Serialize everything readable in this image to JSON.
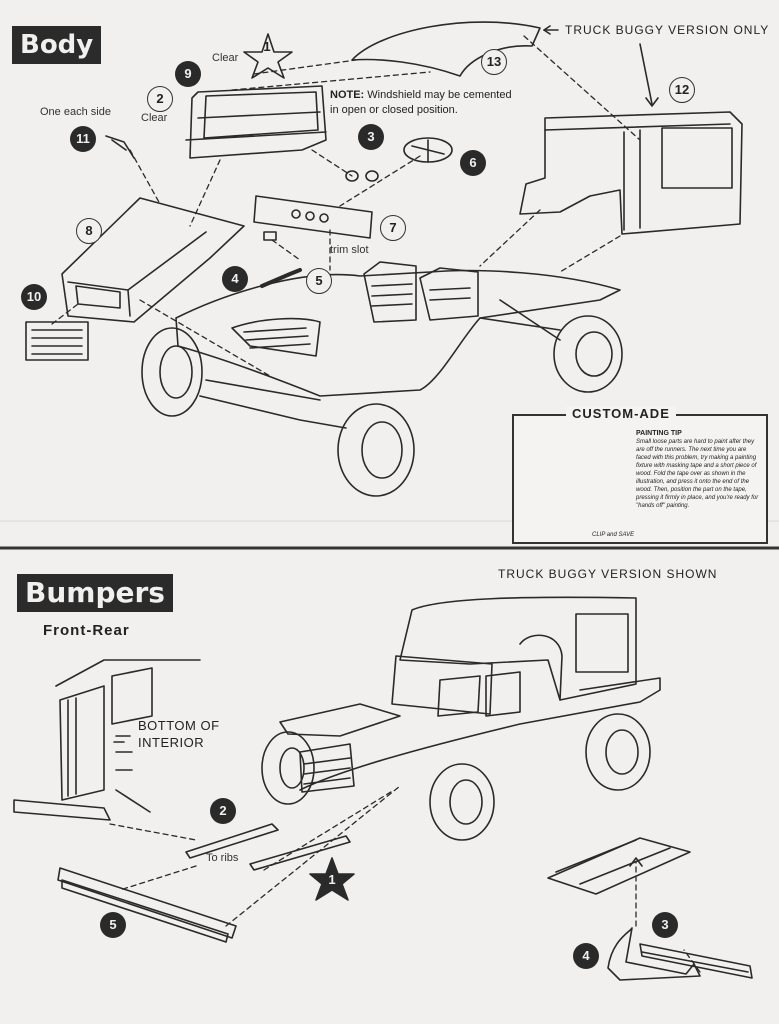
{
  "body_section": {
    "title": "Body",
    "clear_label_top": "Clear",
    "clear_label_side": "Clear",
    "one_each_side": "One each side",
    "trim_slot": "trim slot",
    "truck_buggy_only": "TRUCK BUGGY VERSION ONLY",
    "note_prefix": "NOTE:",
    "note_text_1": "Windshield may be cemented",
    "note_text_2": "in open or closed position.",
    "parts": {
      "p1": "1",
      "p2": "2",
      "p3": "3",
      "p4": "4",
      "p5": "5",
      "p6": "6",
      "p7": "7",
      "p8": "8",
      "p9": "9",
      "p10": "10",
      "p11": "11",
      "p12": "12",
      "p13": "13"
    }
  },
  "custom_ade": {
    "title": "CUSTOM-ADE",
    "heading": "PAINTING TIP",
    "body": "Small loose parts are hard to paint after they are off the runners. The next time you are faced with this problem, try making a painting fixture with masking tape and a short piece of wood. Fold the tape over as shown in the illustration, and press it onto the end of the wood. Then, position the part on the tape, pressing it firmly in place, and you're ready for \"hands off\" painting.",
    "footer": "CLIP and SAVE"
  },
  "bumpers_section": {
    "title": "Bumpers",
    "subtitle": "Front-Rear",
    "truck_buggy_shown": "TRUCK BUGGY VERSION SHOWN",
    "bottom_interior_1": "BOTTOM OF",
    "bottom_interior_2": "INTERIOR",
    "to_ribs": "To ribs",
    "parts": {
      "p1": "1",
      "p2": "2",
      "p3": "3",
      "p4": "4",
      "p5": "5"
    }
  }
}
